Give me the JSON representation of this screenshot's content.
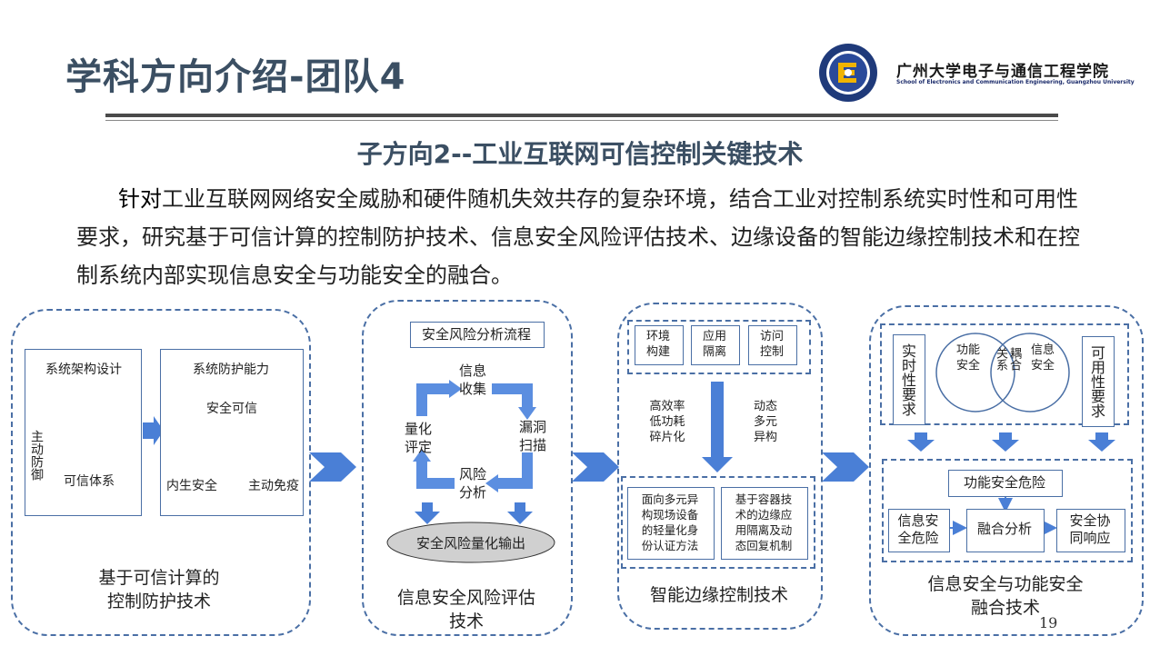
{
  "header": {
    "title": "学科方向介绍-团队4",
    "school_cn": "广州大学电子与通信工程学院",
    "school_en": "School of Electronics and Communication Engineering, Guangzhou University"
  },
  "subtitle": "子方向2--工业互联网可信控制关键技术",
  "intro": {
    "lead": "针对",
    "text": "工业互联网网络安全威胁和硬件随机失效共存的复杂环境，结合工业对控制系统实时性和可用性要求，研究基于可信计算的控制防护技术、信息安全风险评估技术、边缘设备的智能边缘控制技术和在控制系统内部实现信息安全与功能安全的融合。"
  },
  "panel1": {
    "box_arch": "系统架构设计",
    "active_defense": "主动防御",
    "trust_system": "可信体系",
    "box_protect": "系统防护能力",
    "safe_trust": "安全可信",
    "endogenous": "内生安全",
    "immunity": "主动免疫",
    "caption_l1": "基于可信计算的",
    "caption_l2": "控制防护技术"
  },
  "panel2": {
    "flow_title": "安全风险分析流程",
    "collect_l1": "信息",
    "collect_l2": "收集",
    "scan_l1": "漏洞",
    "scan_l2": "扫描",
    "analyze_l1": "风险",
    "analyze_l2": "分析",
    "quant_l1": "量化",
    "quant_l2": "评定",
    "output": "安全风险量化输出",
    "caption_l1": "信息安全风险评估",
    "caption_l2": "技术"
  },
  "panel3": {
    "env_l1": "环境",
    "env_l2": "构建",
    "app_l1": "应用",
    "app_l2": "隔离",
    "acc_l1": "访问",
    "acc_l2": "控制",
    "left_l1": "高效率",
    "left_l2": "低功耗",
    "left_l3": "碎片化",
    "right_l1": "动态",
    "right_l2": "多元",
    "right_l3": "异构",
    "b1_l1": "面向多元异",
    "b1_l2": "构现场设备",
    "b1_l3": "的轻量化身",
    "b1_l4": "份认证方法",
    "b2_l1": "基于容器技",
    "b2_l2": "术的边缘应",
    "b2_l3": "用隔离及动",
    "b2_l4": "态回复机制",
    "caption": "智能边缘控制技术"
  },
  "panel4": {
    "realtime": "实时性要求",
    "func_l1": "功能",
    "func_l2": "安全",
    "couple_l1": "耦合",
    "couple_l2": "关系",
    "info_l1": "信息",
    "info_l2": "安全",
    "avail": "可用性要求",
    "func_risk": "功能安全危险",
    "info_risk_l1": "信息安",
    "info_risk_l2": "全危险",
    "fusion": "融合分析",
    "coop_l1": "安全协",
    "coop_l2": "同响应",
    "caption_l1": "信息安全与功能安全",
    "caption_l2": "融合技术"
  },
  "page_number": "19",
  "colors": {
    "accent": "#4a7fd6",
    "border": "#4a6fa5",
    "title": "#3b4f63"
  }
}
